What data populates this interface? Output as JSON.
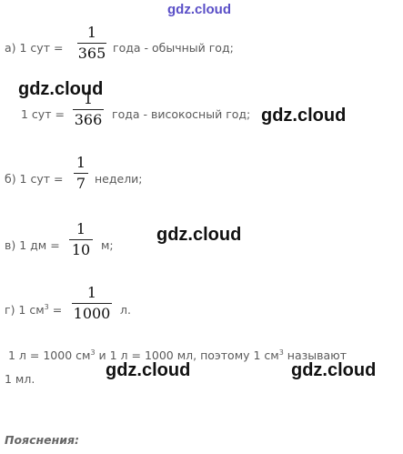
{
  "watermark": "gdz.cloud",
  "items": {
    "a1": {
      "prefix": "а) 1 сут =",
      "num": "1",
      "den": "365",
      "suffix": "года - обычный год;"
    },
    "a2": {
      "prefix": "1 сут =",
      "num": "1",
      "den": "366",
      "suffix": "года - високосный год;"
    },
    "b": {
      "prefix": "б) 1 сут =",
      "num": "1",
      "den": "7",
      "suffix": "недели;"
    },
    "v": {
      "prefix": "в) 1 дм =",
      "num": "1",
      "den": "10",
      "suffix": "м;"
    },
    "g": {
      "prefix_main": "г) 1 см",
      "prefix_sup": "3",
      "prefix_eq": " =",
      "num": "1",
      "den": "1000",
      "suffix": "л."
    }
  },
  "note": {
    "part1": "1 л = 1000 см",
    "sup1": "3",
    "part2": " и 1 л = 1000 мл, поэтому 1 см",
    "sup2": "3",
    "part3": " называют",
    "line2": "1 мл."
  },
  "explanations_title": "Пояснения:"
}
